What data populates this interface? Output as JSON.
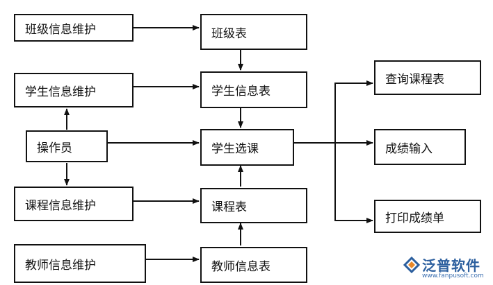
{
  "nodes": {
    "class_maintain": "班级信息维护",
    "class_table": "班级表",
    "student_maintain": "学生信息维护",
    "student_table": "学生信息表",
    "operator": "操作员",
    "course_select": "学生选课",
    "course_maintain": "课程信息维护",
    "course_table": "课程表",
    "teacher_maintain": "教师信息维护",
    "teacher_table": "教师信息表",
    "query_schedule": "查询课程表",
    "score_input": "成绩输入",
    "print_report": "打印成绩单"
  },
  "logo": {
    "brand": "泛普软件",
    "url": "www.fanpusoft.com"
  },
  "colors": {
    "line": "#111111",
    "logo_blue": "#2c5f9e",
    "logo_orange": "#e8892b"
  }
}
